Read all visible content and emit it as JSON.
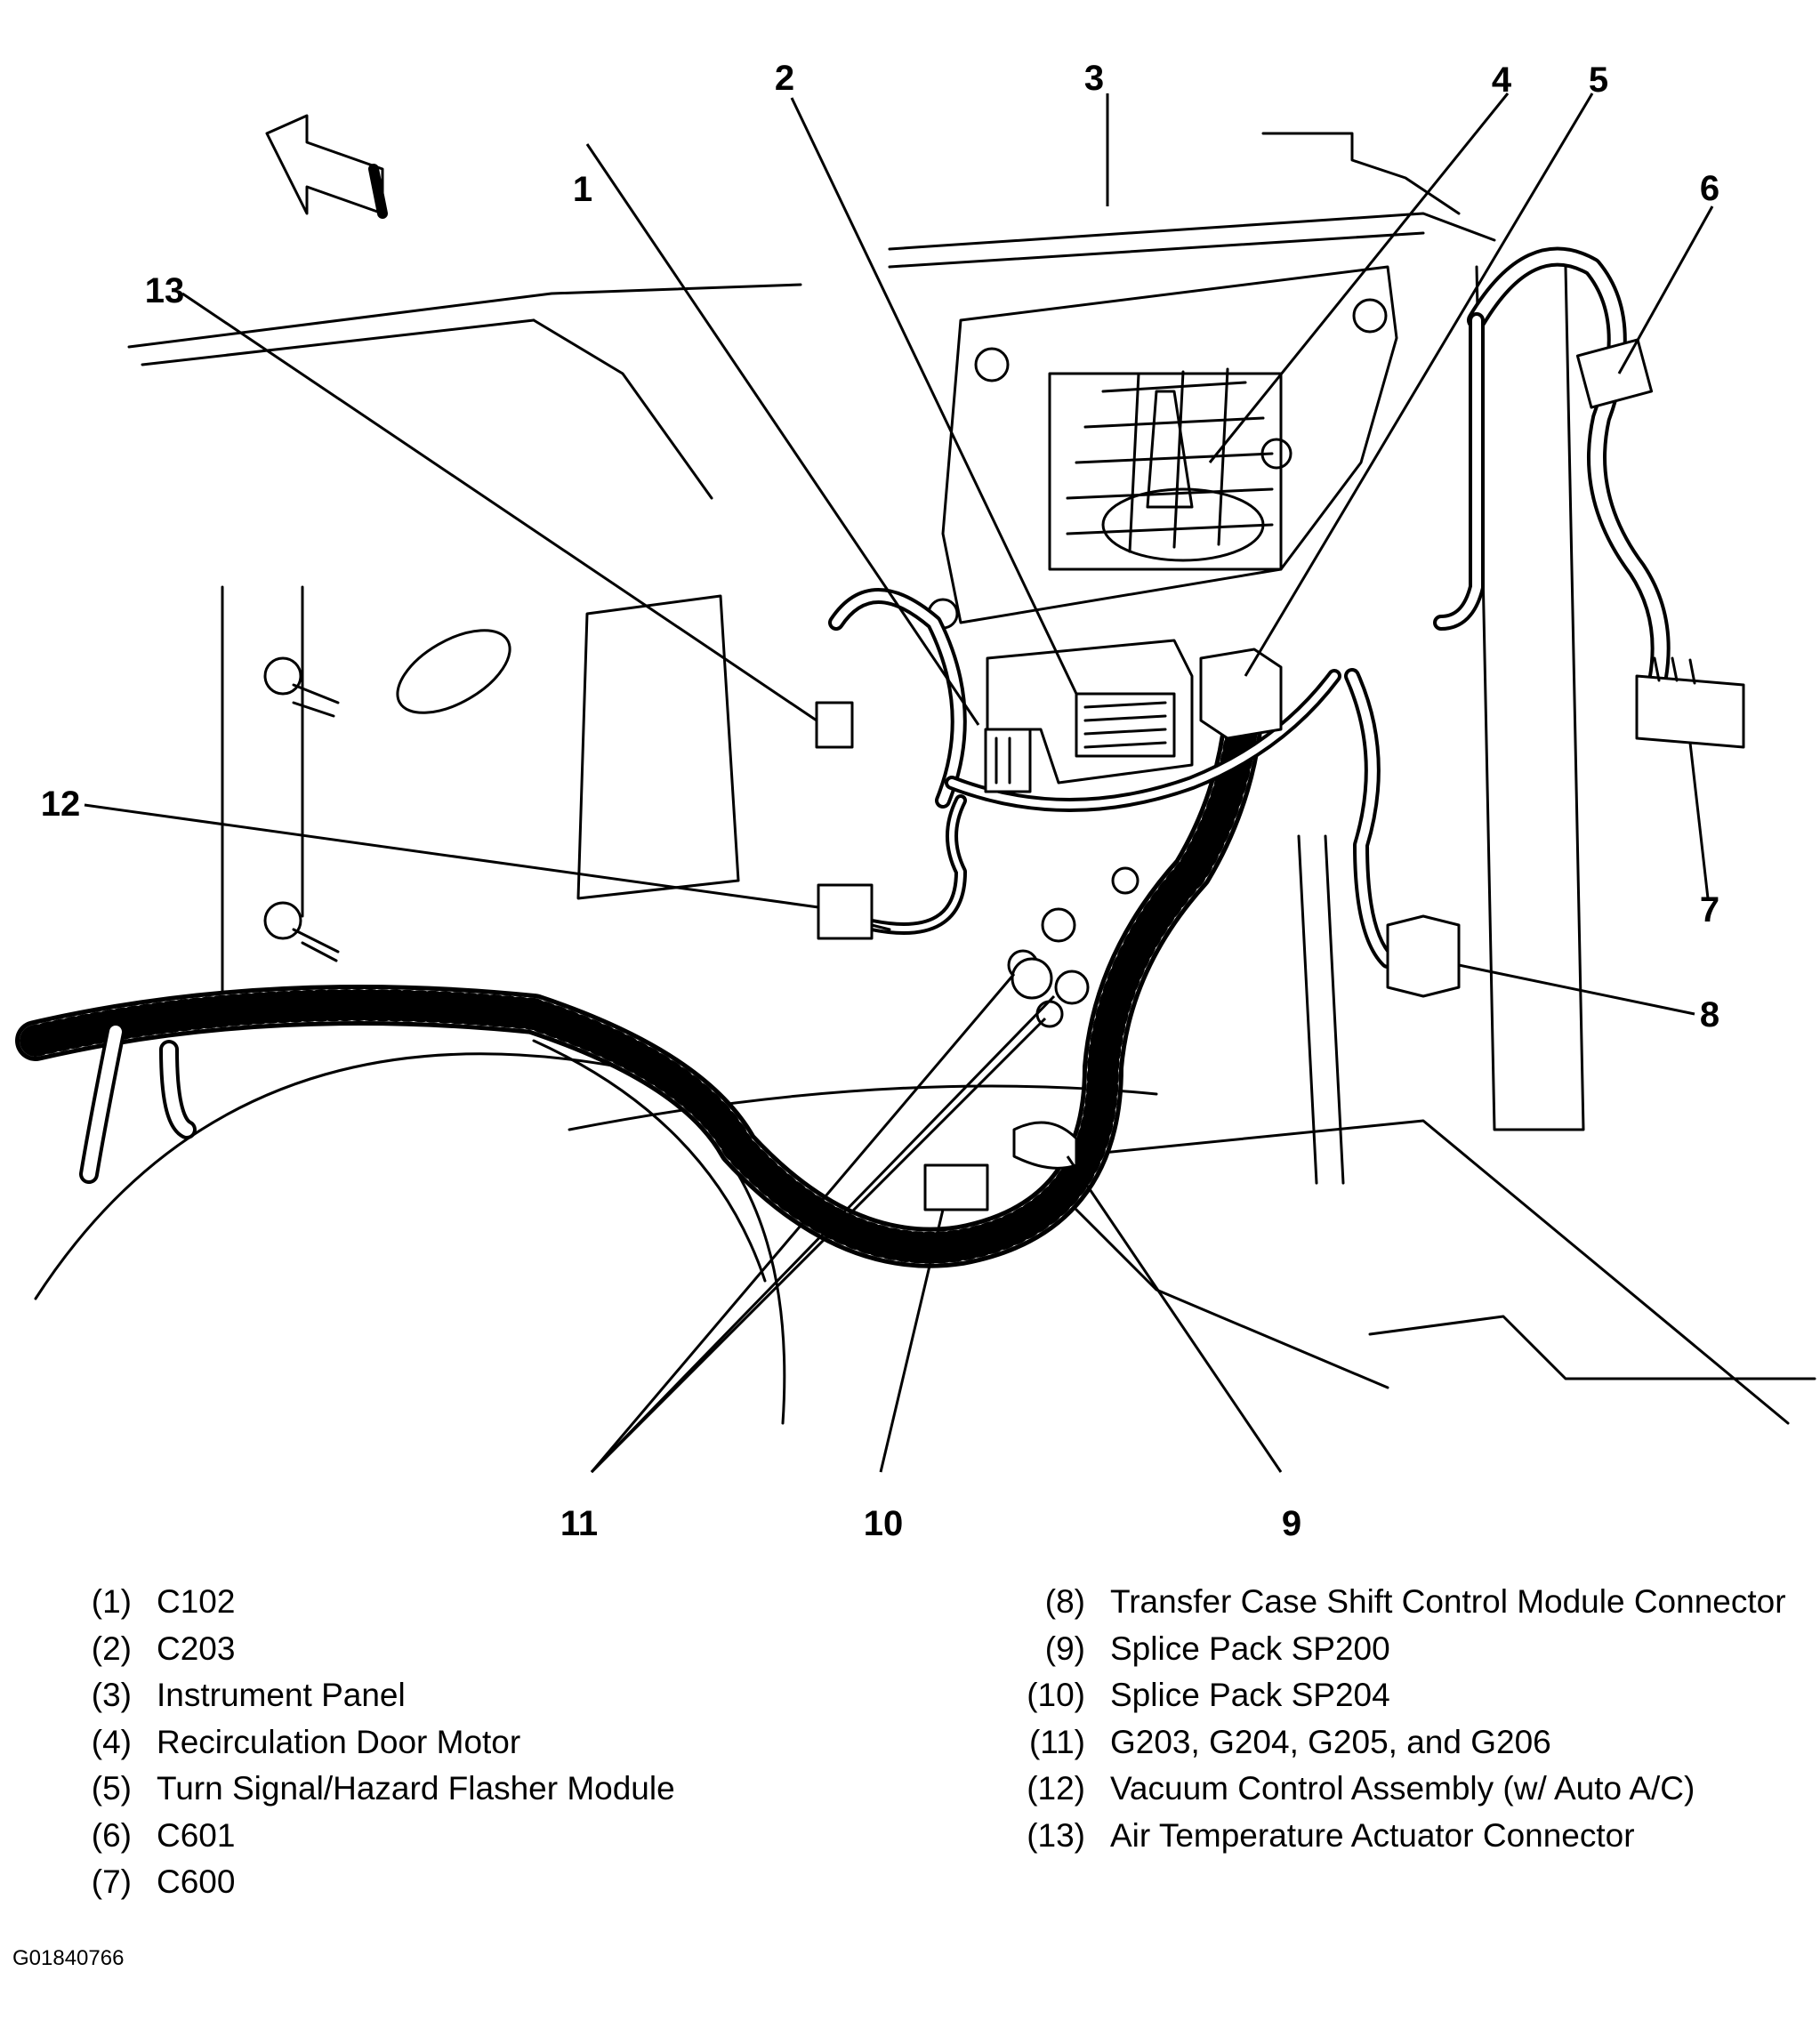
{
  "diagram": {
    "callouts": [
      "1",
      "2",
      "3",
      "4",
      "5",
      "6",
      "7",
      "8",
      "9",
      "10",
      "11",
      "12",
      "13"
    ]
  },
  "legend": {
    "left": [
      {
        "num": "(1)",
        "desc": "C102"
      },
      {
        "num": "(2)",
        "desc": "C203"
      },
      {
        "num": "(3)",
        "desc": "Instrument Panel"
      },
      {
        "num": "(4)",
        "desc": "Recirculation Door Motor"
      },
      {
        "num": "(5)",
        "desc": "Turn Signal/Hazard Flasher Module"
      },
      {
        "num": "(6)",
        "desc": "C601"
      },
      {
        "num": "(7)",
        "desc": "C600"
      }
    ],
    "right": [
      {
        "num": "(8)",
        "desc": "Transfer Case Shift Control Module Connector"
      },
      {
        "num": "(9)",
        "desc": "Splice Pack SP200"
      },
      {
        "num": "(10)",
        "desc": "Splice Pack SP204"
      },
      {
        "num": "(11)",
        "desc": "G203, G204, G205, and G206"
      },
      {
        "num": "(12)",
        "desc": "Vacuum Control Assembly (w/ Auto A/C)"
      },
      {
        "num": "(13)",
        "desc": "Air Temperature Actuator Connector"
      }
    ]
  },
  "figure_id": "G01840766"
}
